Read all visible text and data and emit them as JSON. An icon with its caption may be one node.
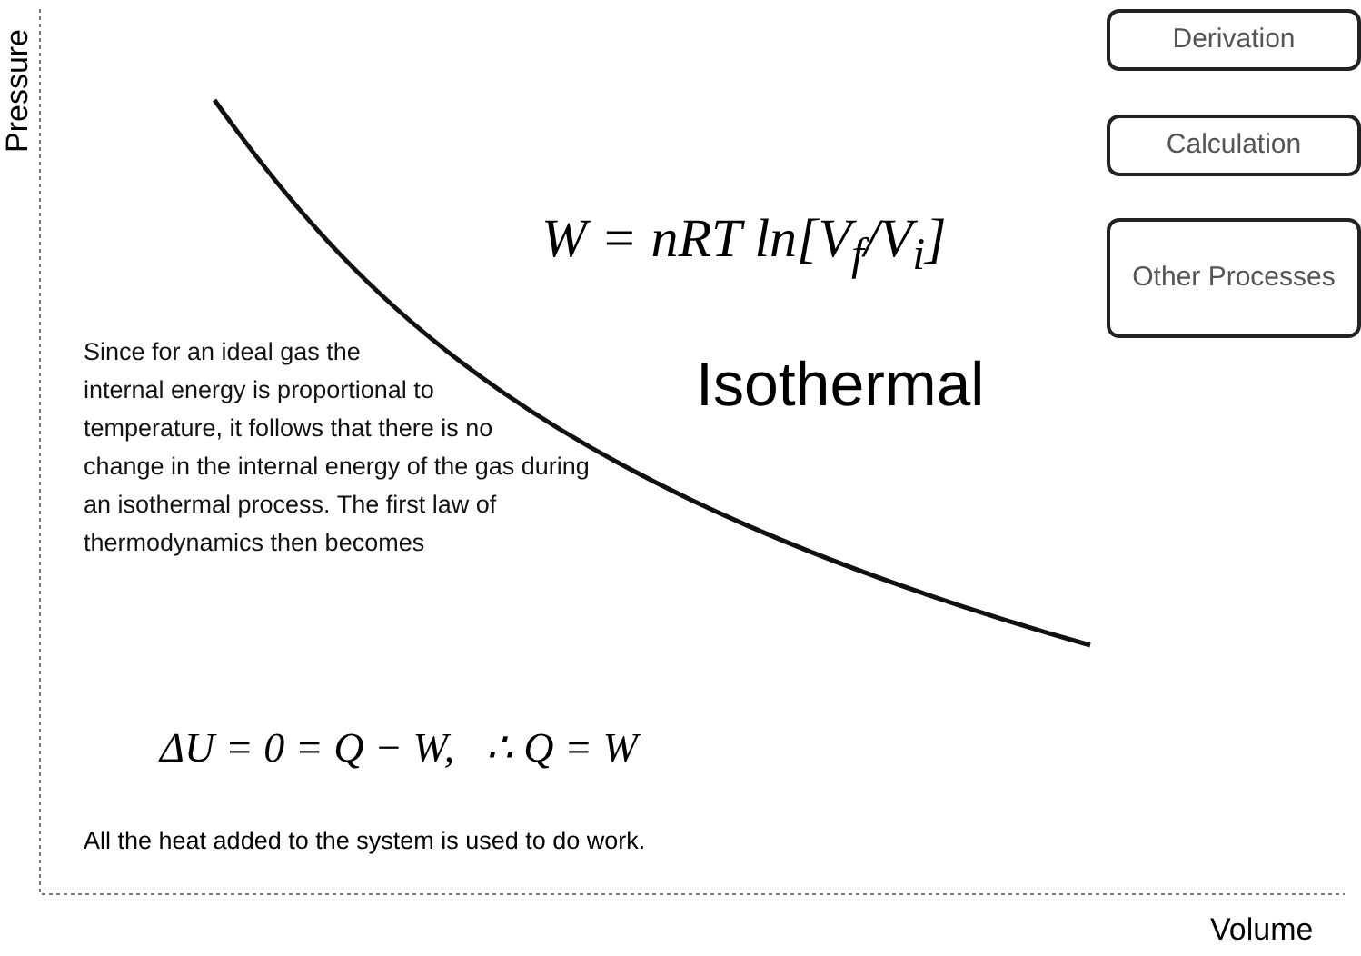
{
  "diagram": {
    "nodes": [
      {
        "text": [
          "Derivation"
        ]
      },
      {
        "text": [
          "Calculation"
        ]
      },
      {
        "text": [
          "Other Processes"
        ]
      }
    ],
    "labels": [
      "Pressure",
      "W = nRT ln[V$_{f}$/V$_{i}$]",
      "Isothermal",
      "Since for an ideal gas the internal energy is proportional to temperature, it follows that there is no change in the internal energy of the gas during an isothermal process. The first law of thermodynamics then becomes",
      "ΔU = 0 = Q − W,   ∴ Q = W",
      "All the heat added to the system is used to do work.",
      "Volume"
    ]
  }
}
